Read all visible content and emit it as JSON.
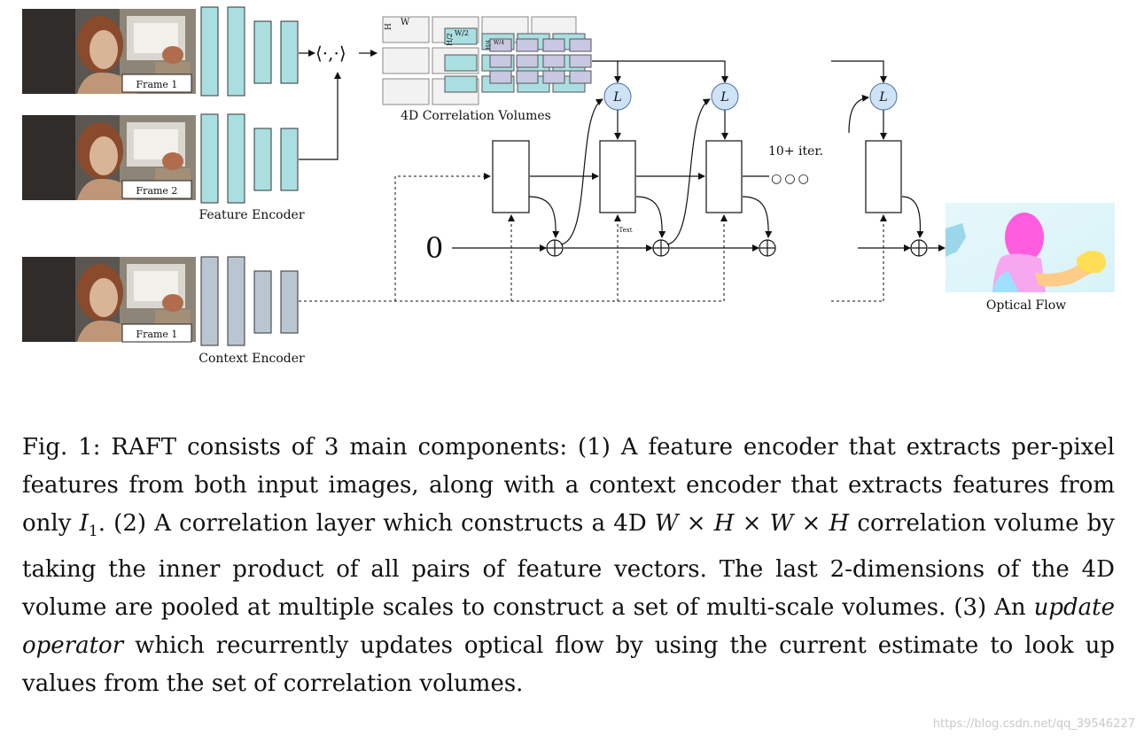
{
  "diagram": {
    "frames": [
      {
        "label": "Frame 1"
      },
      {
        "label": "Frame 2"
      },
      {
        "label": "Frame 1"
      }
    ],
    "feature_encoder_label": "Feature Encoder",
    "context_encoder_label": "Context Encoder",
    "inner_product_symbol": "⟨·,·⟩",
    "correlation_label": "4D Correlation Volumes",
    "dims": {
      "h": "H",
      "w": "W",
      "h2": "H/2",
      "w2": "W/2",
      "h4": "H/4",
      "w4": "W/4"
    },
    "lookup_symbol": "L",
    "iter_label": "10+ iter.",
    "ellipsis": "○○○",
    "zero_label": "0",
    "small_text_label": "Text",
    "output_label": "Optical Flow",
    "colors": {
      "feature_encoder": "#aadfe2",
      "context_encoder": "#b9c6d2",
      "corr_level2": "#aadfe2",
      "corr_level3": "#c9c8e2",
      "lookup_circle": "#cfe3f6"
    }
  },
  "caption": {
    "part1": "Fig. 1: RAFT consists of 3 main components: (1) A feature encoder that extracts per-pixel features from both input images, along with a context encoder that extracts features from only ",
    "math_i": "I",
    "math_sub": "1",
    "part2": ". (2) A correlation layer which constructs a 4D ",
    "math_dims": "W × H × W × H",
    "part3": " correlation volume by taking the inner product of all pairs of feature vectors. The last 2-dimensions of the 4D volume are pooled at multiple scales to construct a set of multi-scale volumes. (3) An ",
    "emphasis": "update operator",
    "part4": " which recurrently updates optical flow by using the current estimate to look up values from the set of correlation volumes."
  },
  "watermark": "https://blog.csdn.net/qq_39546227"
}
